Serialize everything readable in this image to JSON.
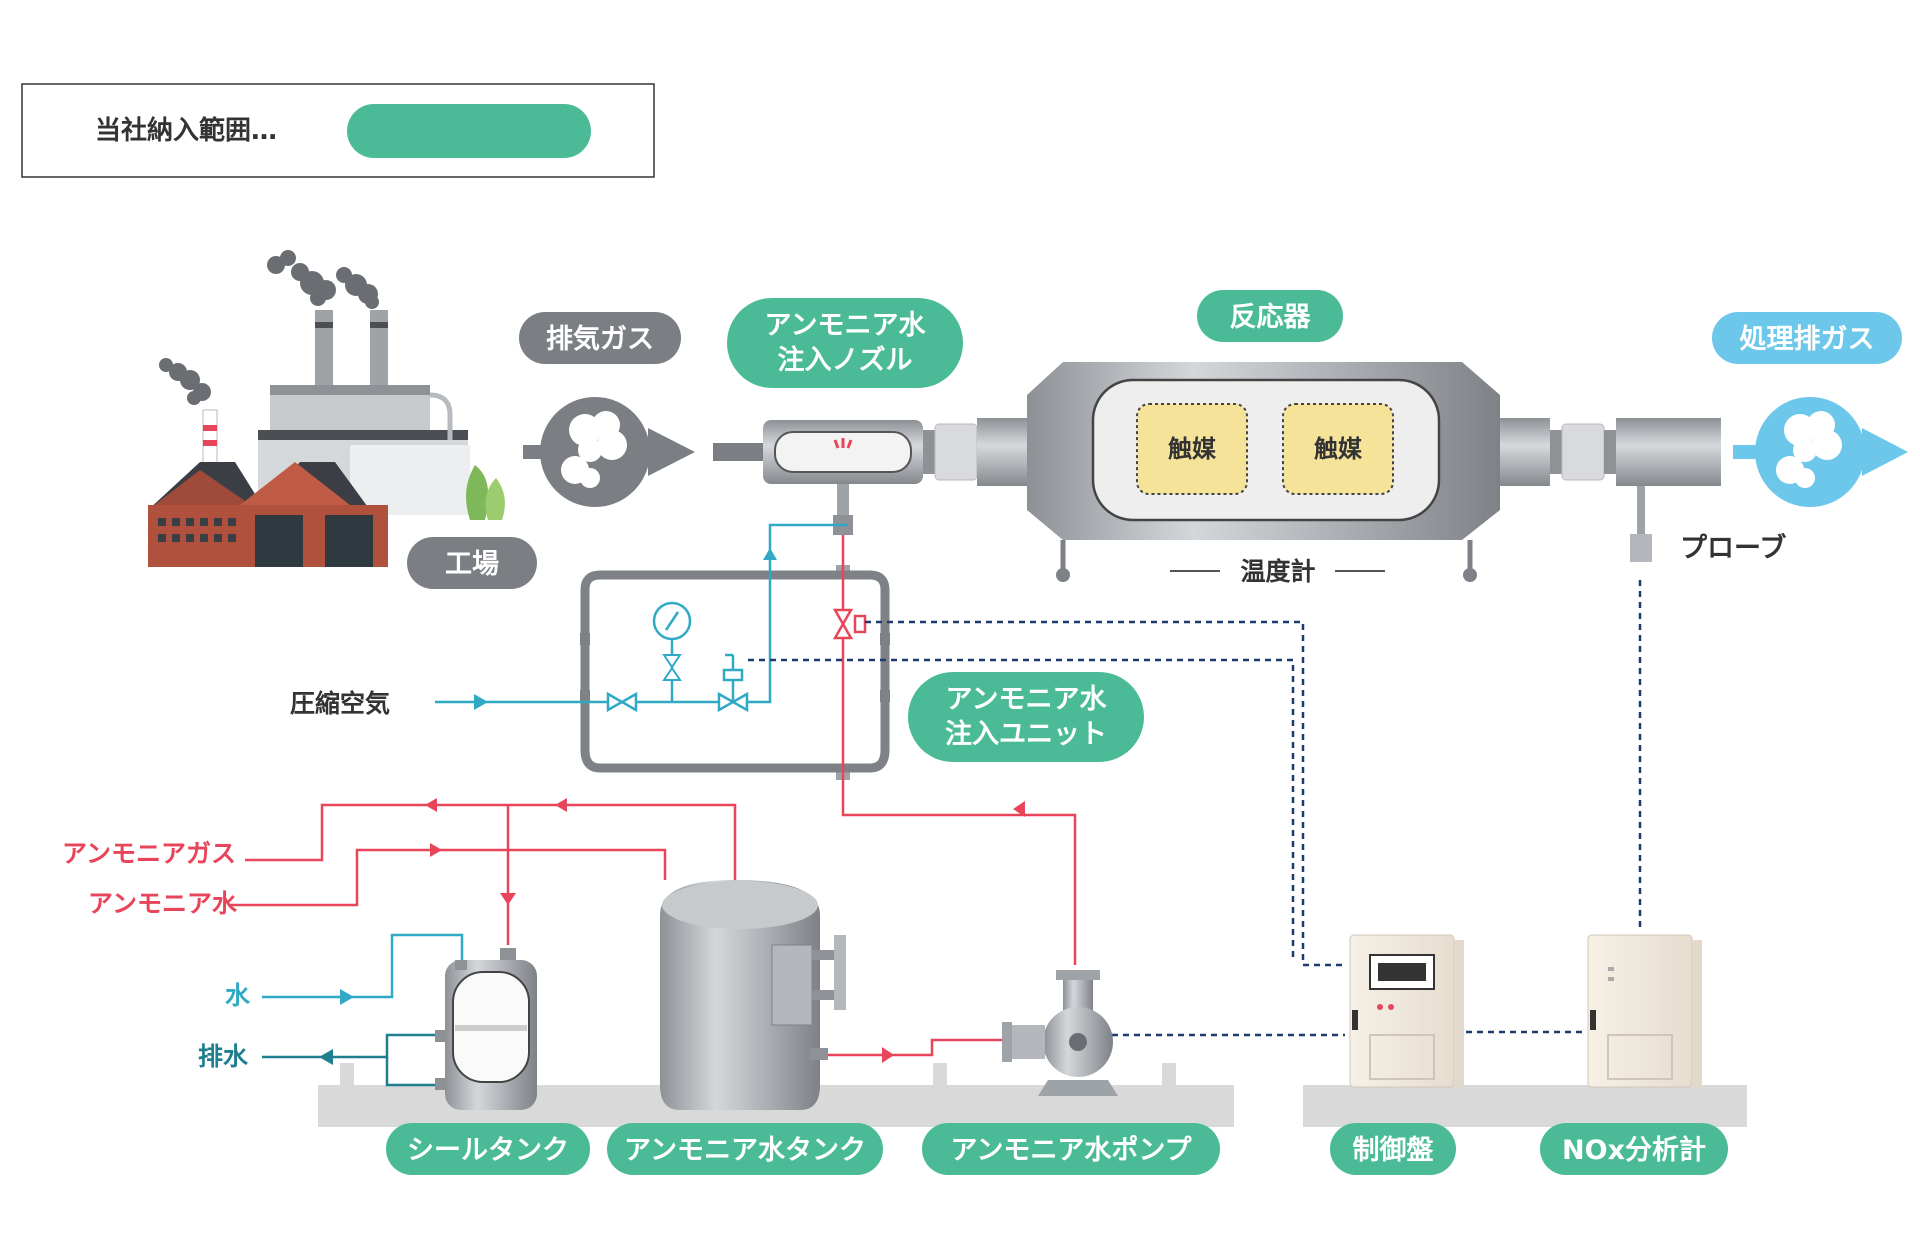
{
  "legend": {
    "label": "当社納入範囲…",
    "swatch_color": "#4abb96"
  },
  "colors": {
    "accent_green": "#4abb96",
    "gray_pill": "#7b7f84",
    "blue_pill": "#6cc7ea",
    "ammonia_red": "#e8445a",
    "water_cyan": "#2fa9c6",
    "drain_teal": "#1f7f8f",
    "signal_navy": "#1d3b6e",
    "catalyst_yellow": "#f6e39a"
  },
  "labels": {
    "factory": "工場",
    "exhaust_gas": "排気ガス",
    "nozzle_line1": "アンモニア水",
    "nozzle_line2": "注入ノズル",
    "reactor": "反応器",
    "treated_gas": "処理排ガス",
    "catalyst_1": "触媒",
    "catalyst_2": "触媒",
    "thermometer": "温度計",
    "probe": "プローブ",
    "compressed_air": "圧縮空気",
    "unit_line1": "アンモニア水",
    "unit_line2": "注入ユニット",
    "ammonia_gas": "アンモニアガス",
    "ammonia_water": "アンモニア水",
    "water": "水",
    "drain": "排水",
    "seal_tank": "シールタンク",
    "ammonia_tank": "アンモニア水タンク",
    "ammonia_pump": "アンモニア水ポンプ",
    "control_panel": "制御盤",
    "nox_analyzer": "NOx分析計"
  },
  "icons": [
    "factory-icon",
    "smoke-cloud-icon",
    "pressure-gauge-icon",
    "valve-icon",
    "pump-icon",
    "cabinet-icon",
    "spray-icon"
  ]
}
